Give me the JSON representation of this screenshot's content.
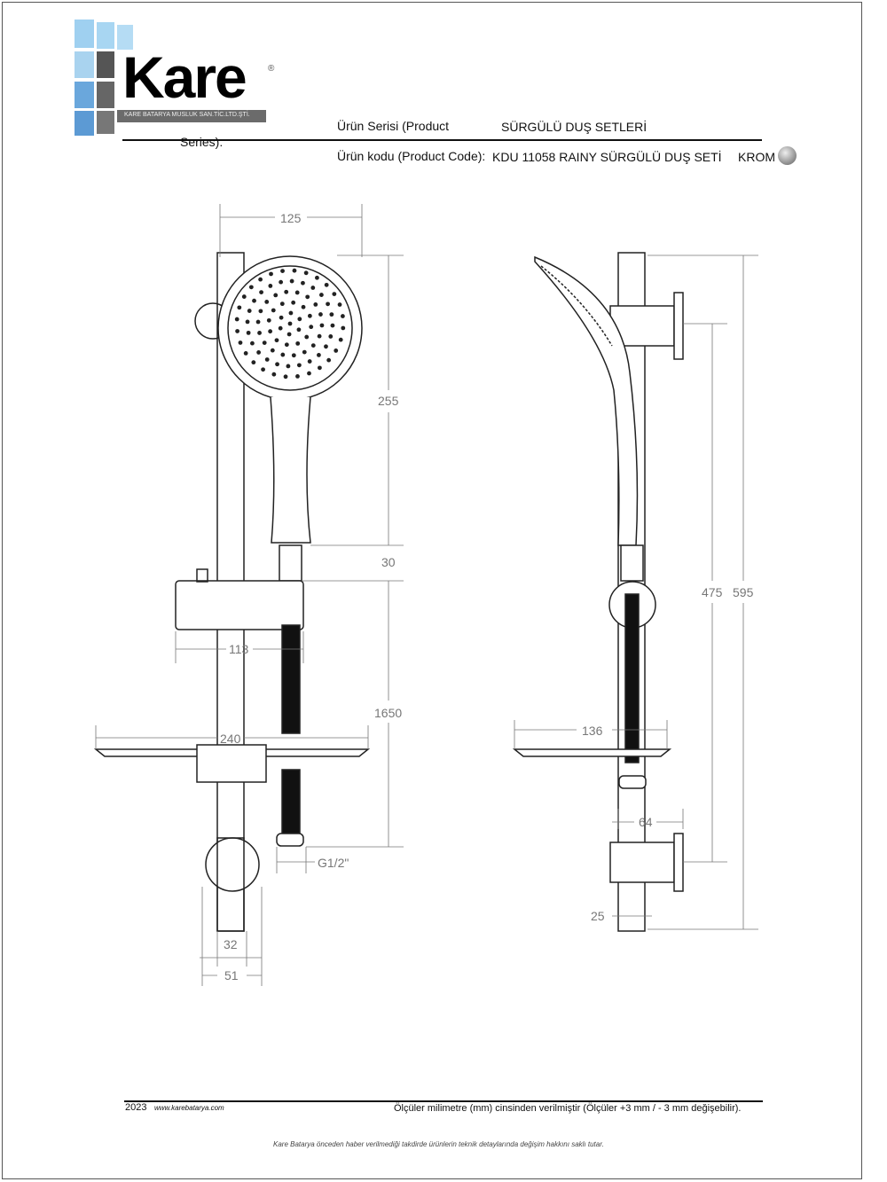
{
  "header": {
    "brand": "Kare",
    "brand_sub": "KARE BATARYA MUSLUK SAN.TİC.LTD.ŞTİ.",
    "series_label_1": "Ürün Serisi (Product",
    "series_label_2": "Series):",
    "series_value": "SÜRGÜLÜ DUŞ SETLERİ",
    "code_label": "Ürün kodu (Product Code):",
    "code_value": "KDU 11058 RAINY SÜRGÜLÜ DUŞ SETİ",
    "finish": "KROM"
  },
  "dimensions": {
    "front": {
      "head_width": "125",
      "head_height": "255",
      "connector": "30",
      "hose": "1650",
      "slider": "113",
      "dish": "240",
      "thread": "G1/2\"",
      "bar_dia": "32",
      "bracket_dia": "51"
    },
    "side": {
      "bracket_spacing": "475",
      "total_height": "595",
      "dish_depth": "136",
      "bracket_depth": "64",
      "bar_dia": "25"
    }
  },
  "footer": {
    "year": "2023",
    "website": "www.karebatarya.com",
    "note": "Ölçüler milimetre (mm) cinsinden verilmiştir (Ölçüler  +3 mm / - 3 mm değişebilir).",
    "disclaimer": "Kare Batarya önceden haber verilmediği takdirde ürünlerin teknik detaylarında değişim hakkını saklı tutar."
  }
}
